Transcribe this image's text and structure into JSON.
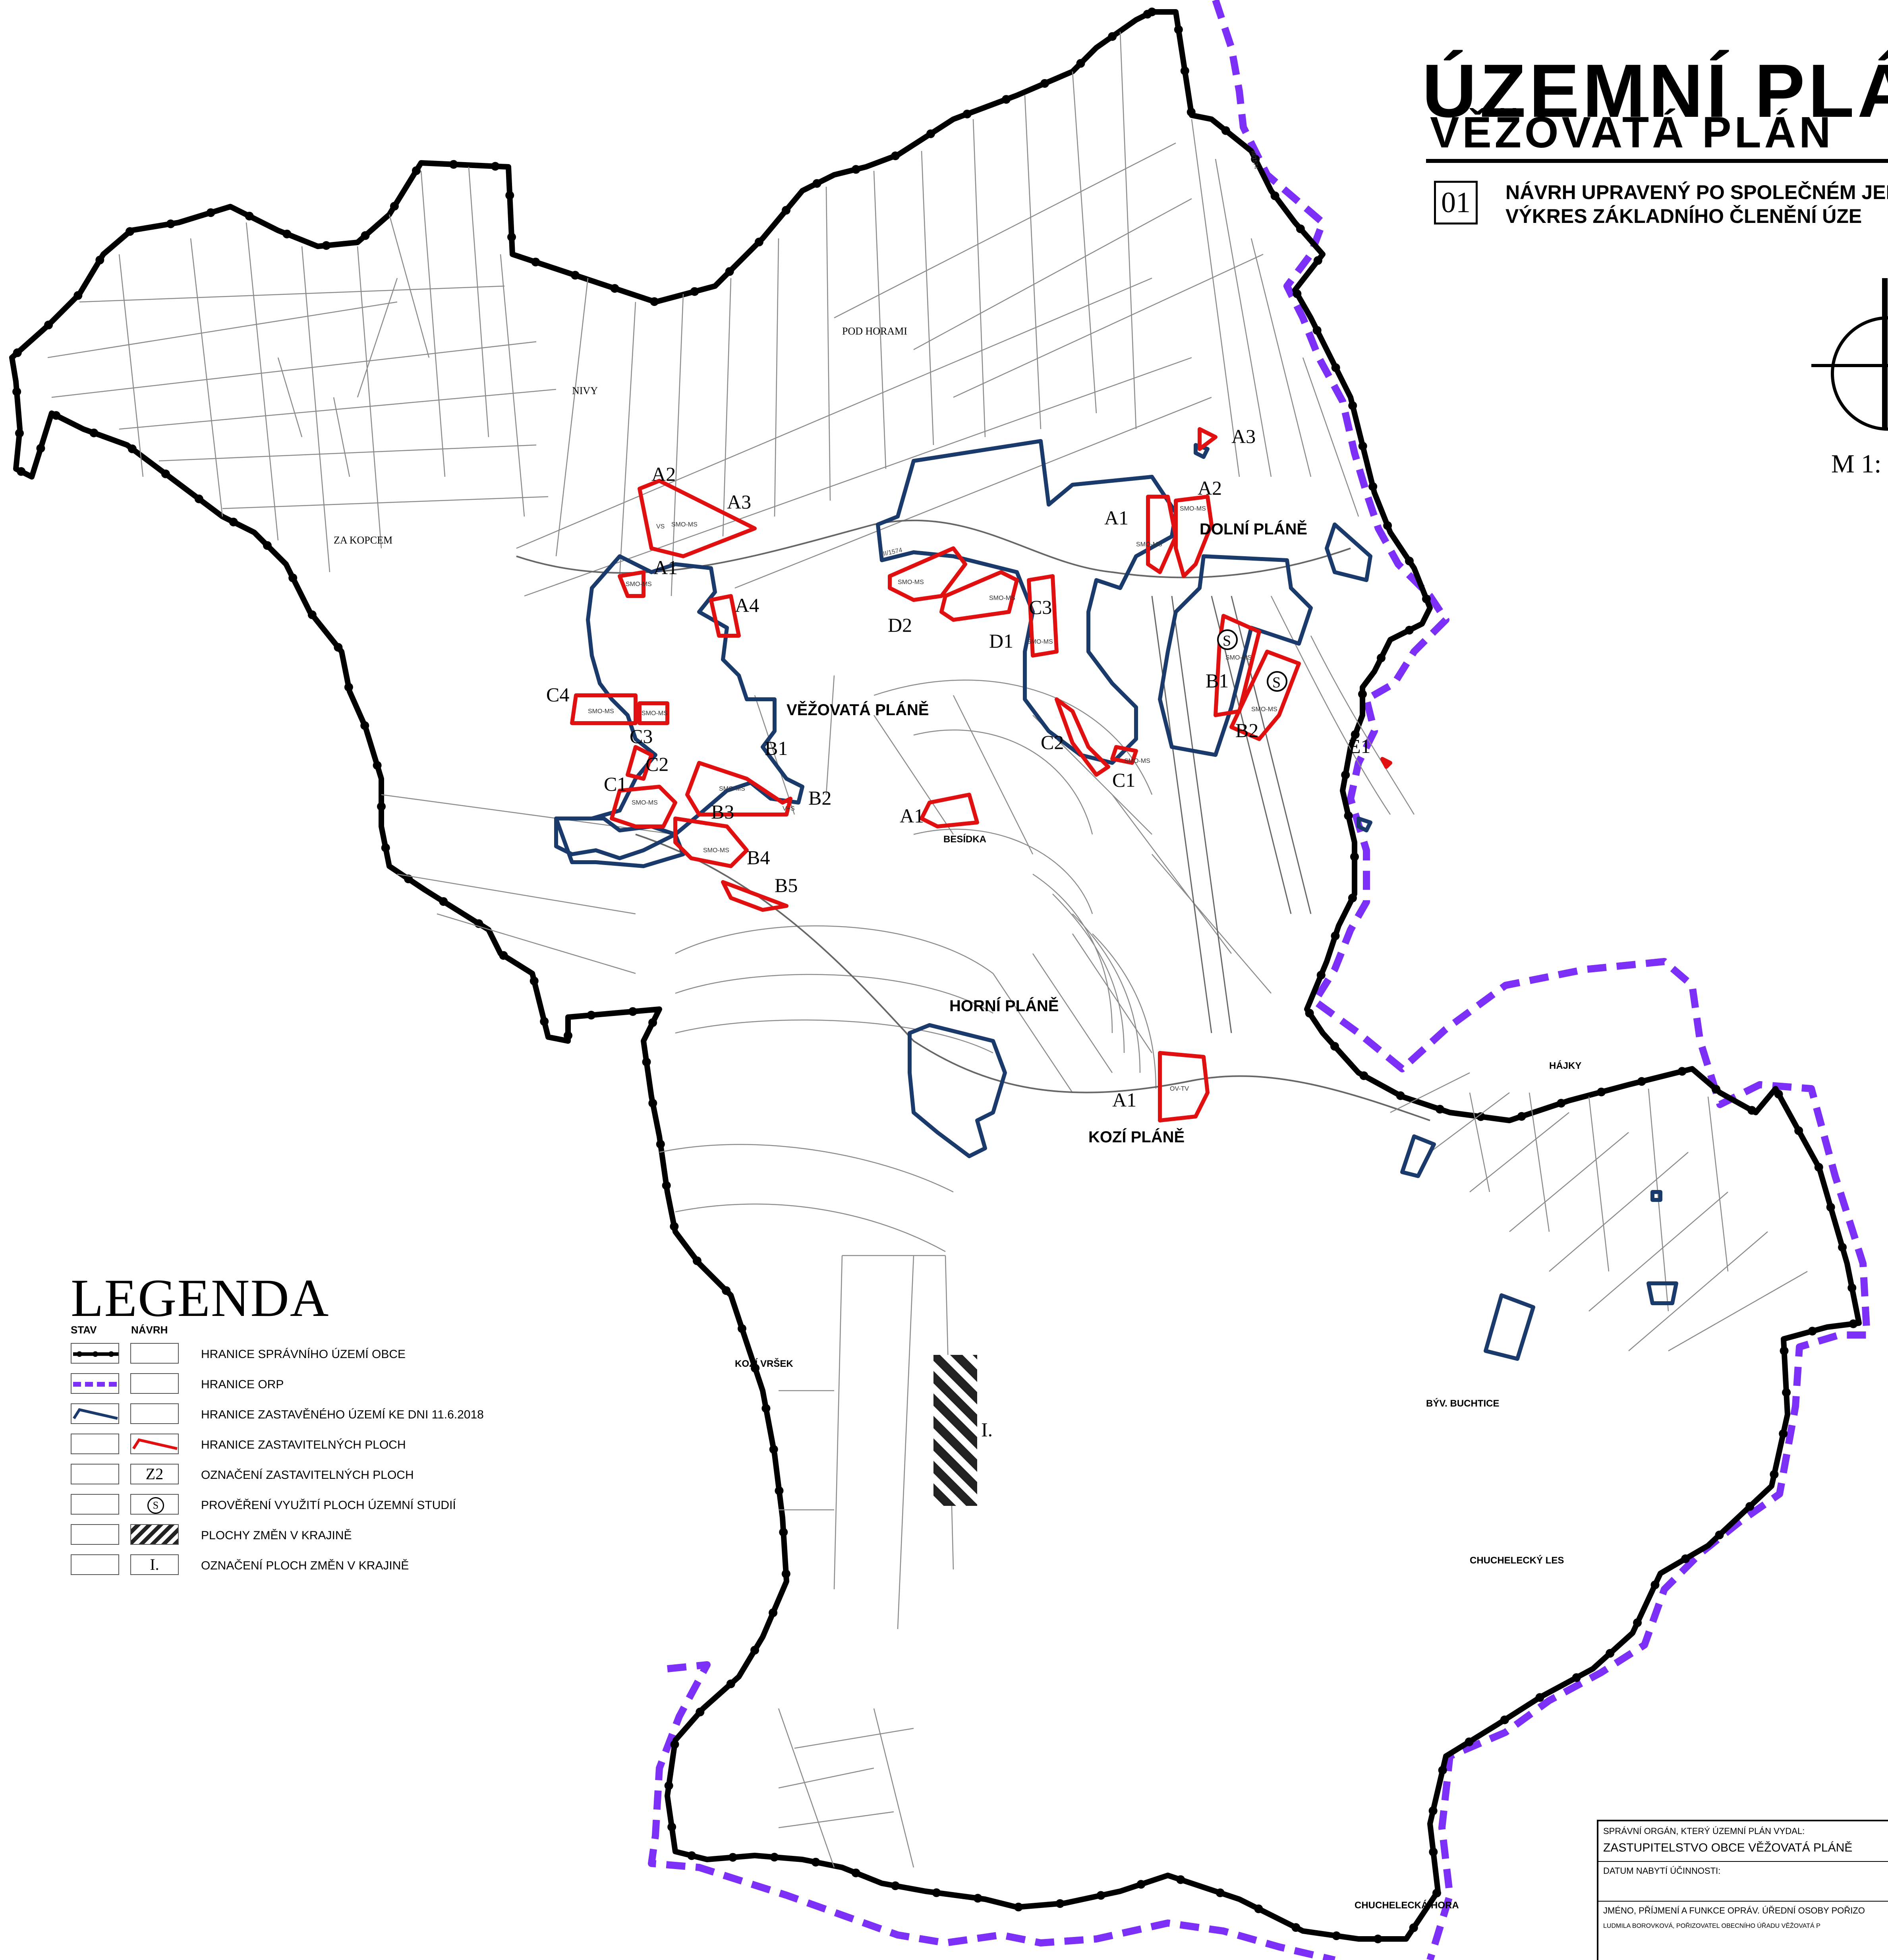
{
  "title": {
    "main": "ÚZEMNÍ PLÁ",
    "sub": "VĚŽOVATÁ PLÁN",
    "sheet_number": "01",
    "sheet_line1": "NÁVRH UPRAVENÝ PO SPOLEČNÉM JEI",
    "sheet_line2": "VÝKRES ZÁKLADNÍHO ČLENĚNÍ ÚZE"
  },
  "scale_label": "M 1:",
  "colors": {
    "municipal_border": "#000000",
    "orp_border": "#7b2ff7",
    "built_up": "#1a3a6b",
    "buildable": "#e01010",
    "parcel_lines": "#8a8a8a"
  },
  "villages": {
    "vezovata": "VĚŽOVATÁ PLÁNĚ",
    "dolni": "DOLNÍ PLÁNĚ",
    "horni": "HORNÍ PLÁNĚ",
    "kozi": "KOZÍ PLÁNĚ"
  },
  "localities": {
    "nivy": "NIVY",
    "za_kopcem": "ZA KOPCEM",
    "pod_horami": "POD HORAMI",
    "besidka": "BESÍDKA",
    "hajky": "HÁJKY",
    "kozi_vrsek": "KOZÍ VRŠEK",
    "buchtice": "BÝV. BUCHTICE",
    "chuchelecky_les": "CHUCHELECKÝ LES",
    "chuchelecka_hora": "CHUCHELECKÁ HORA"
  },
  "zones": {
    "w_a2": "A2",
    "w_a3": "A3",
    "w_a1": "A1",
    "w_a4": "A4",
    "w_c4": "C4",
    "w_c3": "C3",
    "w_c2": "C2",
    "w_c1": "C1",
    "w_b1": "B1",
    "w_b2": "B2",
    "w_b3": "B3",
    "w_b4": "B4",
    "w_b5": "B5",
    "m_d2": "D2",
    "m_d1": "D1",
    "m_c3": "C3",
    "m_c2": "C2",
    "m_c1": "C1",
    "bes_a1": "A1",
    "e_a1": "A1",
    "e_a2": "A2",
    "e_a3": "A3",
    "e_b1": "B1",
    "e_b2": "B2",
    "e_e1": "E1",
    "k_a1": "A1",
    "landscape_i": "I."
  },
  "zone_codes": {
    "smo_ms": "SMO-MS",
    "ov_tv": "OV-TV",
    "vs": "VS",
    "vb": "V+S"
  },
  "study_mark": "S",
  "road_label": "III/1574",
  "legend": {
    "title": "LEGENDA",
    "col_stav": "STAV",
    "col_navrh": "NÁVRH",
    "items": [
      {
        "label": "HRANICE SPRÁVNÍHO ÚZEMÍ OBCE"
      },
      {
        "label": "HRANICE ORP"
      },
      {
        "label": "HRANICE ZASTAVĚNÉHO ÚZEMÍ KE DNI 11.6.2018"
      },
      {
        "label": "HRANICE ZASTAVITELNÝCH PLOCH"
      },
      {
        "label": "OZNAČENÍ ZASTAVITELNÝCH PLOCH",
        "symbol": "Z2"
      },
      {
        "label": "PROVĚŘENÍ VYUŽITÍ PLOCH ÚZEMNÍ STUDIÍ",
        "symbol": "S"
      },
      {
        "label": "PLOCHY ZMĚN V KRAJINĚ"
      },
      {
        "label": "OZNAČENÍ PLOCH ZMĚN V KRAJINĚ",
        "symbol": "I."
      }
    ]
  },
  "info_block": {
    "l1": "SPRÁVNÍ ORGÁN, KTERÝ ÚZEMNÍ PLÁN VYDAL:",
    "l2": "ZASTUPITELSTVO OBCE VĚŽOVATÁ PLÁNĚ",
    "l3": "DATUM NABYTÍ ÚČINNOSTI:",
    "l4": "JMÉNO, PŘÍJMENÍ A FUNKCE OPRÁV. ÚŘEDNÍ OSOBY POŘIZO",
    "l5": "LUDMILA BOROVKOVÁ, POŘIZOVATEL OBECNÍHO ÚŘADU VĚŽOVATÁ P"
  }
}
